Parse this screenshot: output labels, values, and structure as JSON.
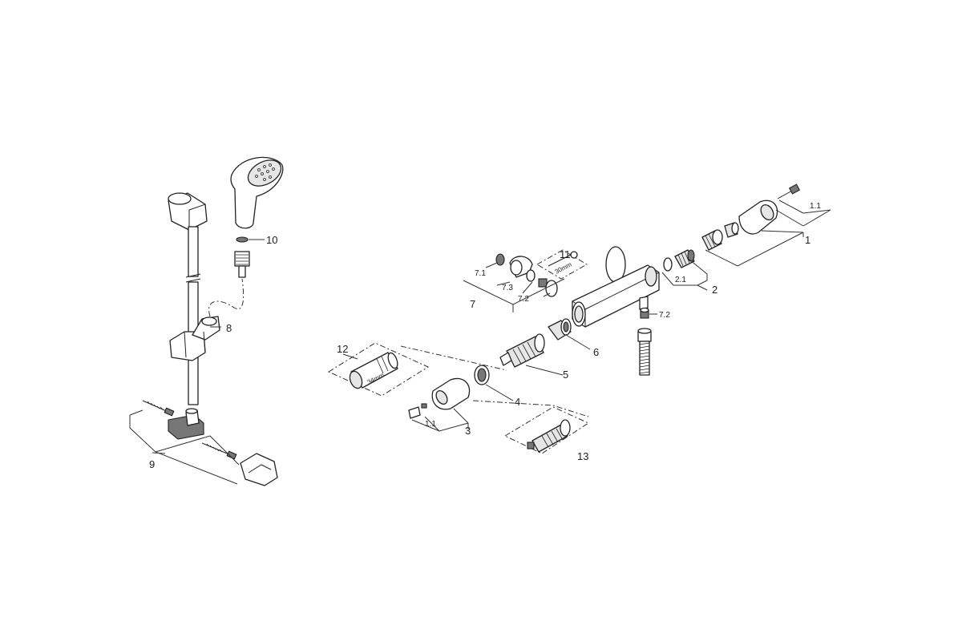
{
  "labels": {
    "p1": "1",
    "p1_1_right": "1.1",
    "p2": "2",
    "p2_1": "2.1",
    "p3": "3",
    "p1_1_left": "1.1",
    "p4": "4",
    "p5": "5",
    "p6": "6",
    "p7": "7",
    "p7_1": "7.1",
    "p7_2_left": "7.2",
    "p7_3": "7.3",
    "p7_2_right": "7.2",
    "p8": "8",
    "p9": "9",
    "p10": "10",
    "p11": "11",
    "p12": "12",
    "p13": "13"
  },
  "annotations": {
    "size_34mm": "34mm",
    "size_30mm": "30mm"
  },
  "colors": {
    "line": "#222222",
    "background": "#ffffff"
  }
}
